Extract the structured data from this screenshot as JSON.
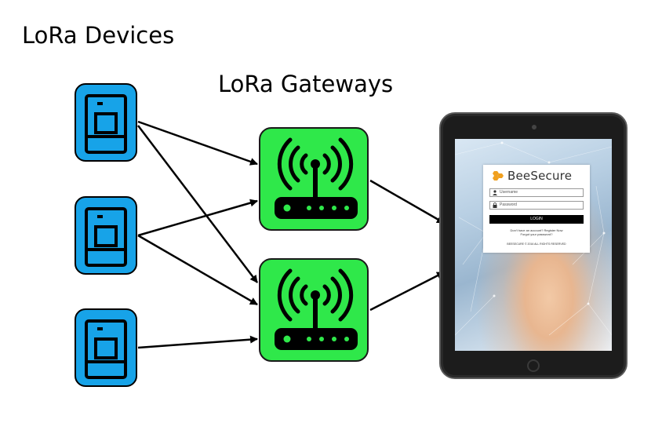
{
  "titles": {
    "devices": "LoRa Devices",
    "gateways": "LoRa Gateways"
  },
  "diagram": {
    "devices": [
      {
        "id": "device-1"
      },
      {
        "id": "device-2"
      },
      {
        "id": "device-3"
      }
    ],
    "gateways": [
      {
        "id": "gateway-1"
      },
      {
        "id": "gateway-2"
      }
    ],
    "connections": [
      {
        "from": "device-1",
        "to": "gateway-1"
      },
      {
        "from": "device-1",
        "to": "gateway-2"
      },
      {
        "from": "device-2",
        "to": "gateway-1"
      },
      {
        "from": "device-2",
        "to": "gateway-2"
      },
      {
        "from": "device-3",
        "to": "gateway-2"
      },
      {
        "from": "gateway-1",
        "to": "tablet"
      },
      {
        "from": "gateway-2",
        "to": "tablet"
      }
    ],
    "colors": {
      "device_fill": "#17a3e8",
      "gateway_fill": "#2fe84a",
      "arrow": "#000000"
    }
  },
  "tablet_app": {
    "brand": "BeeSecure",
    "brand_icon": "honeycomb-icon",
    "username_placeholder": "Username",
    "password_placeholder": "Password",
    "login_label": "LOGIN",
    "register_text": "Don't have an account? Register Now",
    "forgot_text": "Forgot your password?",
    "copyright": "BEESECURE © 2016 ALL RIGHTS RESERVED",
    "accent_color": "#f0a020"
  }
}
